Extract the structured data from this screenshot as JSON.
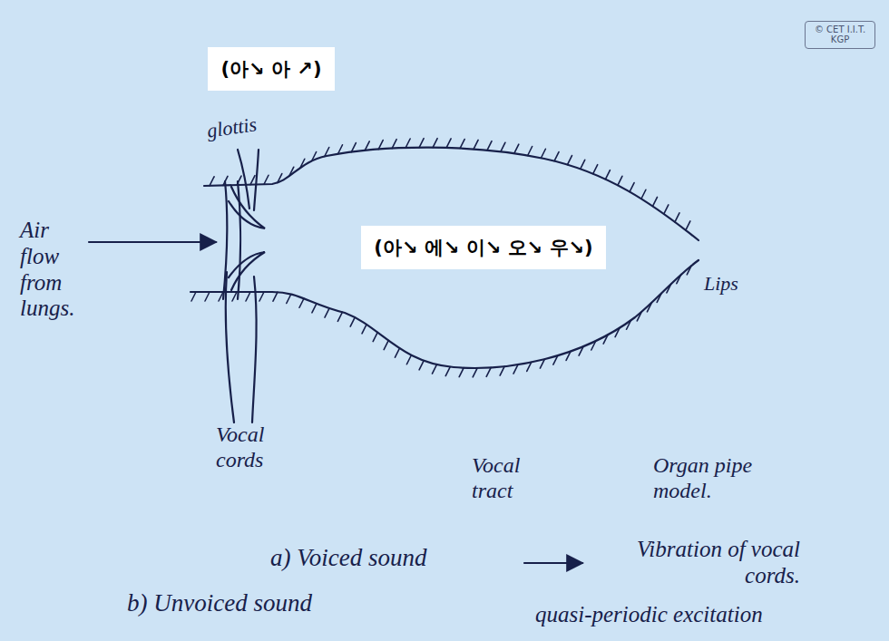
{
  "diagram": {
    "nodes": [
      {
        "text": [
          "(아↘ 아 ↗)"
        ]
      },
      {
        "text": [
          "© CET I.I.T. KGP"
        ]
      },
      {
        "text": [
          "(아↘ 에↘ 이↘ 오↘ 우↘)"
        ]
      }
    ],
    "labels": [
      "glottis",
      "Air flow from lungs.",
      "Lips",
      "Vocal cords",
      "Vocal tract",
      "Organ pipe model.",
      "a) Voiced sound",
      "Vibration of vocal cords.",
      "b) Unvoiced sound",
      "quasi-periodic excitation"
    ]
  }
}
